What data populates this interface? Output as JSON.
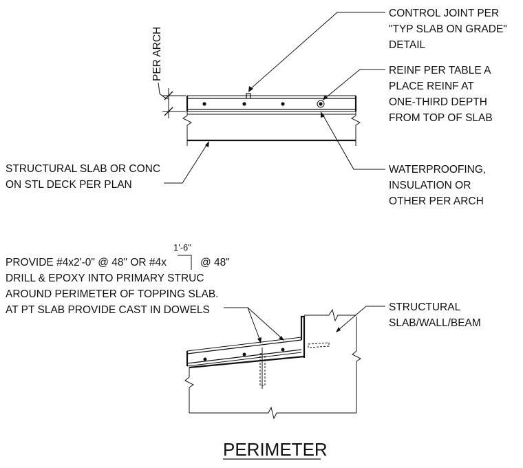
{
  "upper_detail": {
    "control_joint_note": [
      "CONTROL JOINT PER",
      "\"TYP SLAB ON GRADE\"",
      "DETAIL"
    ],
    "reinf_note": [
      "REINF PER TABLE A",
      "PLACE REINF AT",
      "ONE-THIRD DEPTH",
      "FROM TOP OF SLAB"
    ],
    "structural_slab_note": [
      "STRUCTURAL SLAB OR CONC",
      "ON STL DECK PER PLAN"
    ],
    "waterproofing_note": [
      "WATERPROOFING,",
      "INSULATION OR",
      "OTHER PER ARCH"
    ],
    "per_arch_label": "PER ARCH"
  },
  "lower_detail": {
    "dowel_note": {
      "line1_start": "PROVIDE #4x2'-0\" @ 48\" OR #4x",
      "line1_end": "@ 48\"",
      "dimension": "1'-6\"",
      "lines": [
        "DRILL & EPOXY INTO PRIMARY STRUC",
        "AROUND PERIMETER OF TOPPING SLAB.",
        "AT PT SLAB PROVIDE CAST IN DOWELS"
      ]
    },
    "structural_note": [
      "STRUCTURAL",
      "SLAB/WALL/BEAM"
    ]
  },
  "title": "PERIMETER"
}
